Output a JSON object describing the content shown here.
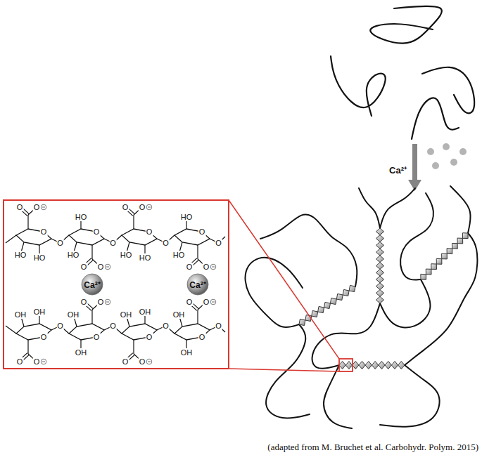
{
  "diagram": {
    "caption": "(adapted from M. Bruchet et al. Carbohydr. Polym. 2015)",
    "nodes": [
      {
        "text": [
          "Ca²⁺"
        ]
      },
      {
        "text": [
          "Ca²⁺"
        ]
      }
    ],
    "labels": [
      "Ca²⁺",
      "O",
      "O",
      "O",
      "HO",
      "HO",
      "O",
      "O",
      "O",
      "O",
      "HO",
      "HO",
      "O",
      "O",
      "O",
      "O",
      "HO",
      "HO",
      "O",
      "O",
      "O",
      "O",
      "HO",
      "HO",
      "O",
      "O",
      "O",
      "O",
      "OH",
      "OH",
      "O",
      "O",
      "O",
      "O",
      "OH",
      "OH",
      "O",
      "O",
      "O",
      "O",
      "OH",
      "OH",
      "O",
      "O",
      "O",
      "O",
      "OH",
      "OH",
      "O"
    ]
  }
}
